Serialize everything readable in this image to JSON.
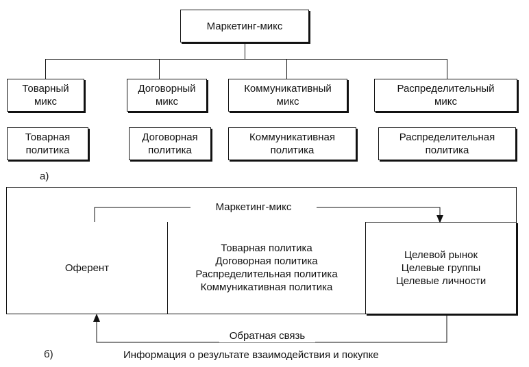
{
  "diagram_a": {
    "label": "а)",
    "root": "Маркетинг-микс",
    "mixes": [
      "Товарный\nмикс",
      "Договорный\nмикс",
      "Коммуникативный\nмикс",
      "Распределительный\nмикс"
    ],
    "policies": [
      "Товарная\nполитика",
      "Договорная\nполитика",
      "Коммуникативная\nполитика",
      "Распределительная\nполитика"
    ]
  },
  "diagram_b": {
    "label": "б)",
    "header": "Маркетинг-микс",
    "oferent": "Оферент",
    "policies": "Товарная политика\nДоговорная политика\nРаспределительная политика\nКоммуникативная политика",
    "targets": "Целевой рынок\nЦелевые группы\nЦелевые личности",
    "feedback": "Обратная связь",
    "caption": "Информация о результате взаимодействия и покупке"
  }
}
